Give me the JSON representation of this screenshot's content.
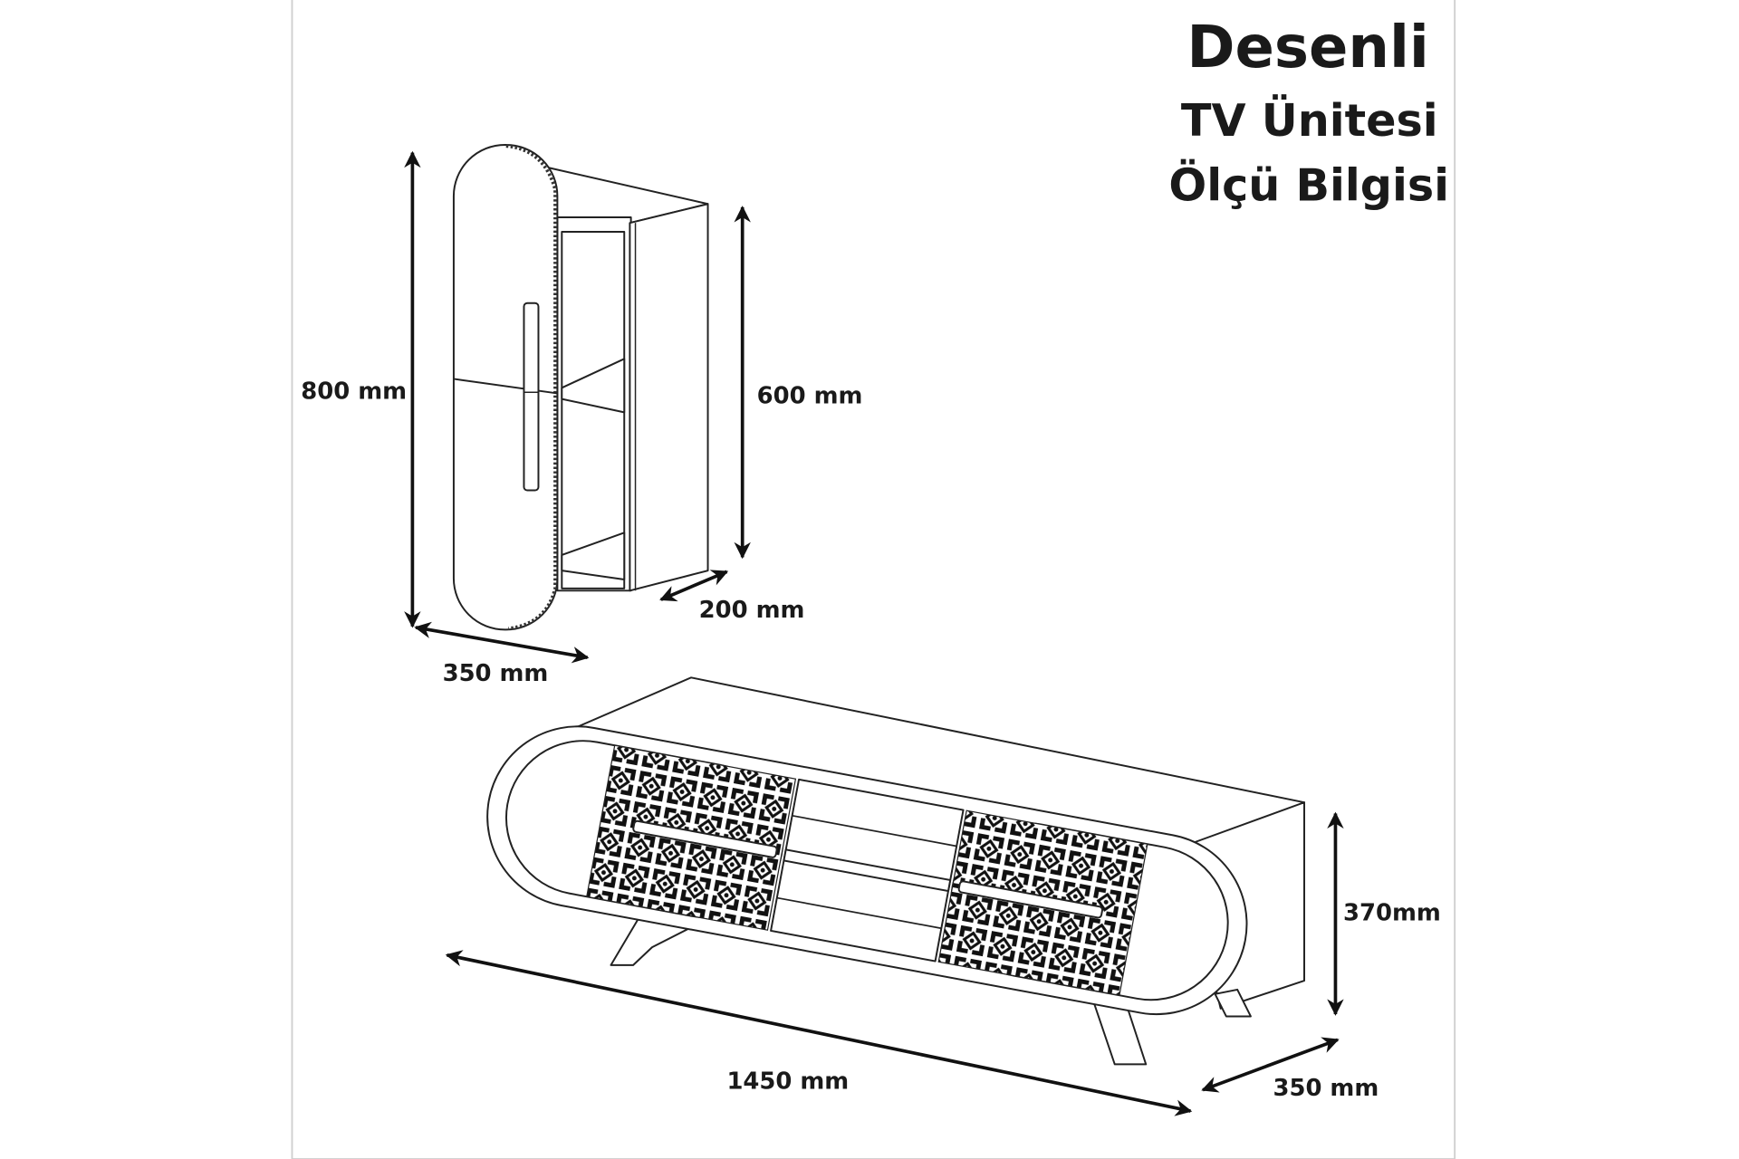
{
  "title": {
    "line1": "Desenli",
    "line2": "TV Ünitesi",
    "line3": "Ölçü Bilgisi"
  },
  "wall_cabinet": {
    "height_label": "800 mm",
    "inner_height_label": "600 mm",
    "depth_label": "200 mm",
    "width_label": "350 mm"
  },
  "tv_unit": {
    "width_label": "1450 mm",
    "height_label": "370mm",
    "depth_label": "350 mm"
  },
  "colors": {
    "line": "#222222",
    "frame": "#cccccc",
    "background": "#ffffff"
  }
}
